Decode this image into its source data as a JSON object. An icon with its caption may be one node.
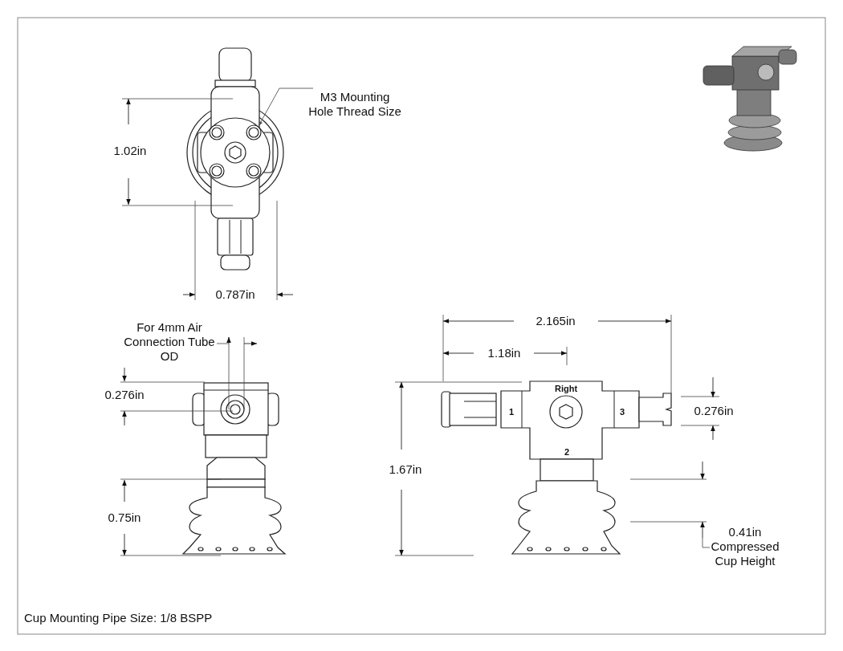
{
  "diagram": {
    "nodes": [
      {
        "text": [
          "M3 Mounting Hole Thread Size"
        ]
      },
      {
        "text": [],
        "shape": "circle"
      }
    ],
    "edges": [
      {
        "from": 0,
        "to": 1,
        "arrow": "to"
      }
    ],
    "labels": [
      "1.02in",
      "0.787in",
      "For 4mm Air Connection Tube OD",
      "0.276in",
      "0.75in",
      "2.165in",
      "1.18in",
      "Right",
      "1",
      "3",
      "2",
      "0.276in",
      "1.67in",
      "0.41in Compressed Cup Height",
      "Cup Mounting Pipe Size: 1/8 BSPP"
    ]
  }
}
